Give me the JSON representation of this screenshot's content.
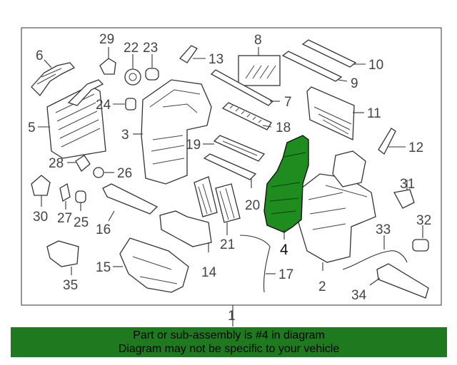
{
  "colors": {
    "highlight": "#1f8c1f",
    "banner": "#1f7a1f",
    "line": "#333333",
    "label": "#444444"
  },
  "callouts": {
    "c1": "1",
    "c2": "2",
    "c3": "3",
    "c4": "4",
    "c5": "5",
    "c6": "6",
    "c7": "7",
    "c8": "8",
    "c9": "9",
    "c10": "10",
    "c11": "11",
    "c12": "12",
    "c13": "13",
    "c14": "14",
    "c15": "15",
    "c16": "16",
    "c17": "17",
    "c18": "18",
    "c19": "19",
    "c20": "20",
    "c21": "21",
    "c22": "22",
    "c23": "23",
    "c24": "24",
    "c25": "25",
    "c26": "26",
    "c27": "27",
    "c28": "28",
    "c29": "29",
    "c30": "30",
    "c31": "31",
    "c32": "32",
    "c33": "33",
    "c34": "34",
    "c35": "35"
  },
  "highlighted_part": "4",
  "banner": {
    "line1": "Part or sub-assembly is #4 in diagram",
    "line2": "Diagram may not be specific to your vehicle"
  }
}
